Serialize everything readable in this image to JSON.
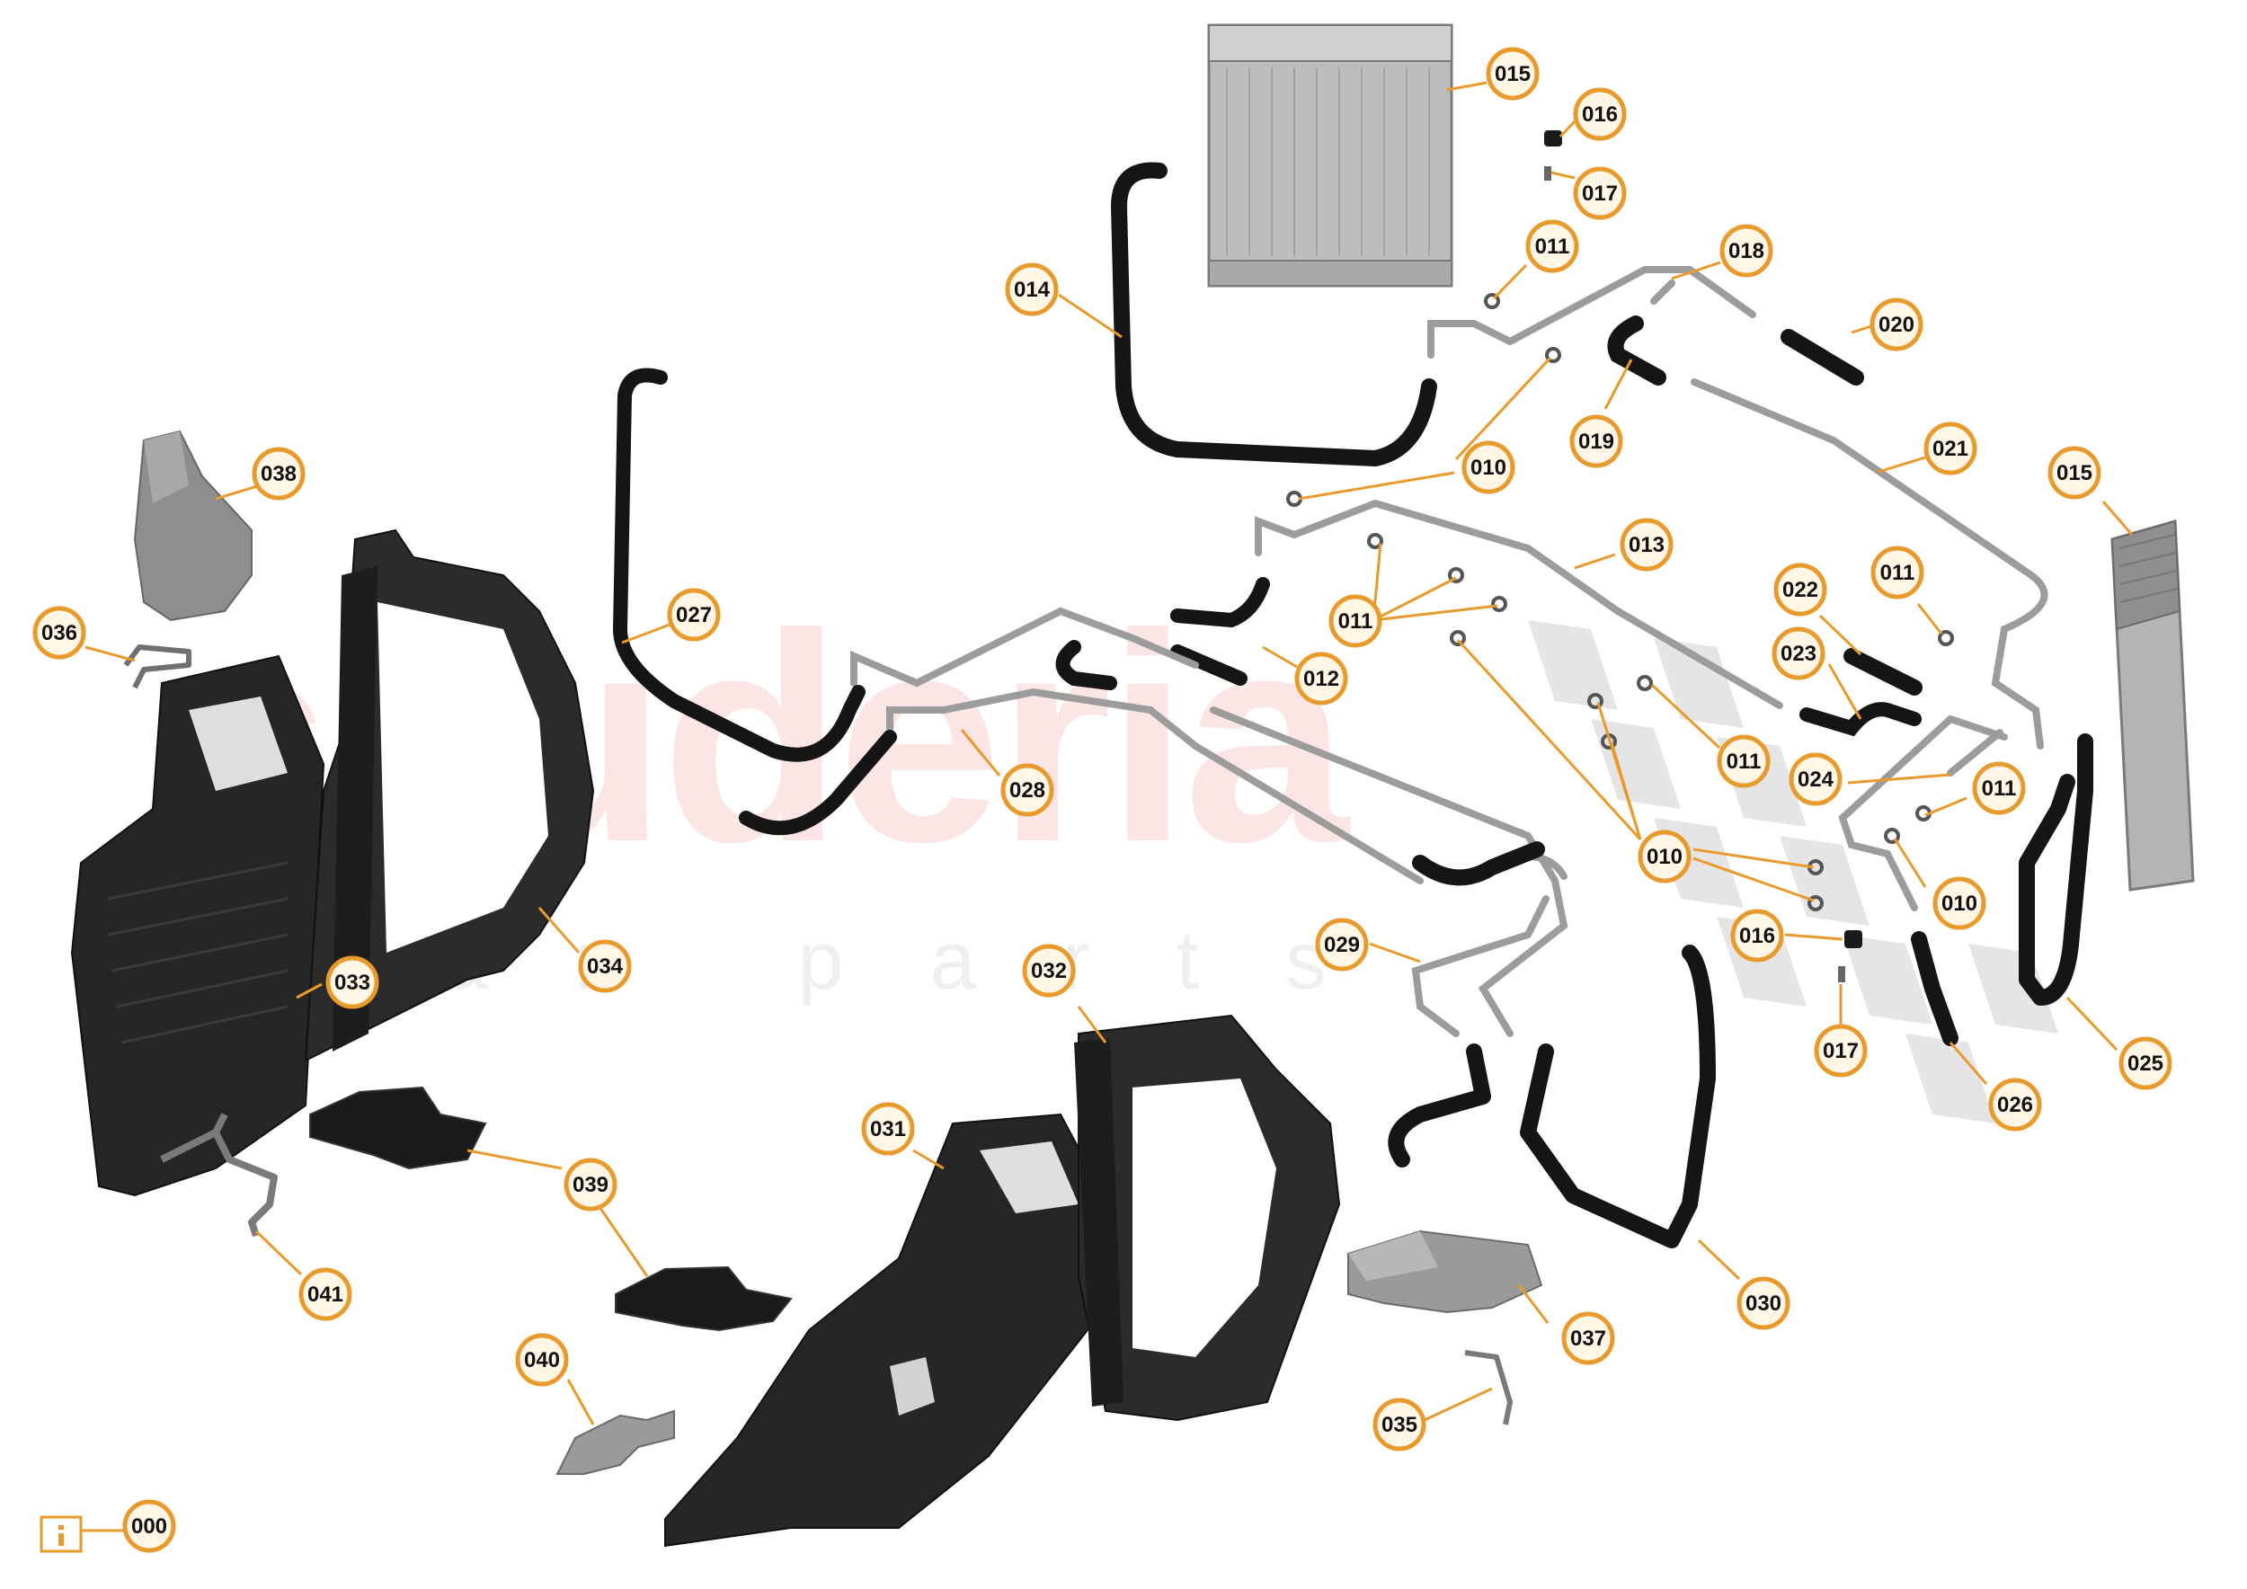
{
  "watermark": {
    "brand": "scuderia",
    "sub": "car parts"
  },
  "colors": {
    "callout_ring": "#e89a2c",
    "callout_fill": "#fff6e6",
    "leader": "#e89a2c",
    "hose": "#151515",
    "pipe": "#9c9c9c",
    "shroud": "#262626",
    "radiator": "#b9b9b9",
    "bracket": "#8a8a8a",
    "watermark_red": "#e62b2b",
    "checker": "#d0d0d0"
  },
  "icons": {
    "info": "info-icon"
  },
  "callouts": [
    {
      "id": "c015a",
      "label": "015"
    },
    {
      "id": "c016a",
      "label": "016"
    },
    {
      "id": "c017a",
      "label": "017"
    },
    {
      "id": "c011a",
      "label": "011"
    },
    {
      "id": "c018",
      "label": "018"
    },
    {
      "id": "c014",
      "label": "014"
    },
    {
      "id": "c020",
      "label": "020"
    },
    {
      "id": "c019",
      "label": "019"
    },
    {
      "id": "c010a",
      "label": "010"
    },
    {
      "id": "c021",
      "label": "021"
    },
    {
      "id": "c015b",
      "label": "015"
    },
    {
      "id": "c038",
      "label": "038"
    },
    {
      "id": "c013",
      "label": "013"
    },
    {
      "id": "c011b",
      "label": "011"
    },
    {
      "id": "c022",
      "label": "022"
    },
    {
      "id": "c011c",
      "label": "011"
    },
    {
      "id": "c027",
      "label": "027"
    },
    {
      "id": "c036",
      "label": "036"
    },
    {
      "id": "c012",
      "label": "012"
    },
    {
      "id": "c023",
      "label": "023"
    },
    {
      "id": "c011d",
      "label": "011"
    },
    {
      "id": "c024",
      "label": "024"
    },
    {
      "id": "c011e",
      "label": "011"
    },
    {
      "id": "c028",
      "label": "028"
    },
    {
      "id": "c010b",
      "label": "010"
    },
    {
      "id": "c010c",
      "label": "010"
    },
    {
      "id": "c016b",
      "label": "016"
    },
    {
      "id": "c029",
      "label": "029"
    },
    {
      "id": "c034",
      "label": "034"
    },
    {
      "id": "c032",
      "label": "032"
    },
    {
      "id": "c033",
      "label": "033"
    },
    {
      "id": "c017b",
      "label": "017"
    },
    {
      "id": "c025",
      "label": "025"
    },
    {
      "id": "c026",
      "label": "026"
    },
    {
      "id": "c031",
      "label": "031"
    },
    {
      "id": "c039",
      "label": "039"
    },
    {
      "id": "c041",
      "label": "041"
    },
    {
      "id": "c030",
      "label": "030"
    },
    {
      "id": "c037",
      "label": "037"
    },
    {
      "id": "c040",
      "label": "040"
    },
    {
      "id": "c035",
      "label": "035"
    },
    {
      "id": "c000",
      "label": "000"
    }
  ]
}
